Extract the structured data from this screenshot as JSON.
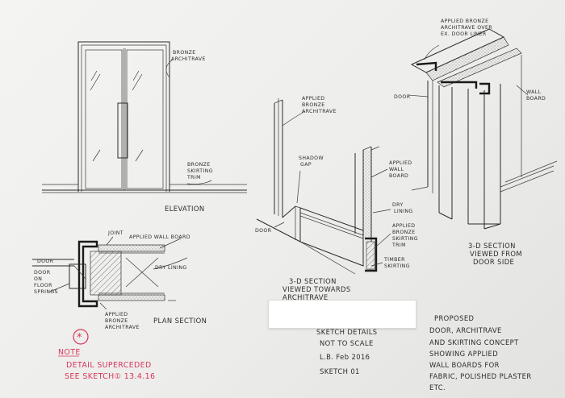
{
  "labels": {
    "bronze_architrave": [
      "BRONZE",
      "ARCHITRAVE"
    ],
    "bronze_skirting_trim": [
      "BRONZE",
      "SKIRTING",
      "TRIM"
    ],
    "elevation": "ELEVATION",
    "joint": "JOINT",
    "applied_wall_board_plan": "APPLIED WALL BOARD",
    "door_plan": "DOOR",
    "dry_lining_plan": "DRY LINING",
    "door_on_floor_springs": [
      "DOOR",
      "ON",
      "FLOOR",
      "SPRINGS"
    ],
    "applied_bronze_architrave_plan": [
      "APPLIED",
      "BRONZE",
      "ARCHITRAVE"
    ],
    "plan_section": "PLAN SECTION",
    "applied_bronze_architrave_mid": [
      "APPLIED",
      "BRONZE",
      "ARCHITRAVE"
    ],
    "shadow_gap": [
      "SHADOW",
      "GAP"
    ],
    "applied_wall_board_mid": [
      "APPLIED",
      "WALL",
      "BOARD"
    ],
    "dry_lining_mid": [
      "DRY",
      "LINING"
    ],
    "applied_bronze_skirting_trim": [
      "APPLIED",
      "BRONZE",
      "SKIRTING",
      "TRIM"
    ],
    "timber_skirting": [
      "TIMBER",
      "SKIRTING"
    ],
    "door_mid": "DOOR",
    "section_towards": [
      "3-D SECTION",
      "VIEWED TOWARDS",
      "ARCHITRAVE"
    ],
    "applied_bronze_over": [
      "APPLIED BRONZE",
      "ARCHITRAVE OVER",
      "EX. DOOR LINER"
    ],
    "door_right": "DOOR",
    "wall_board": [
      "WALL",
      "BOARD"
    ],
    "section_from": [
      "3-D SECTION",
      "VIEWED FROM",
      "DOOR SIDE"
    ]
  },
  "note": {
    "symbol": "*",
    "title": "NOTE",
    "lines": [
      "DETAIL SUPERCEDED",
      "SEE SKETCH①  13.4.16"
    ]
  },
  "sketch_details": [
    "SKETCH DETAILS",
    "NOT TO SCALE",
    "L.B. Feb 2016",
    "SKETCH  01"
  ],
  "proposed": [
    "PROPOSED",
    "DOOR, ARCHITRAVE",
    "AND SKIRTING CONCEPT",
    "SHOWING APPLIED",
    "WALL BOARDS FOR",
    "FABRIC, POLISHED PLASTER",
    "ETC."
  ],
  "colors": {
    "ink": "#2a2a2a",
    "red_ink": "#d8345a",
    "paper": "#f2f2f0"
  }
}
